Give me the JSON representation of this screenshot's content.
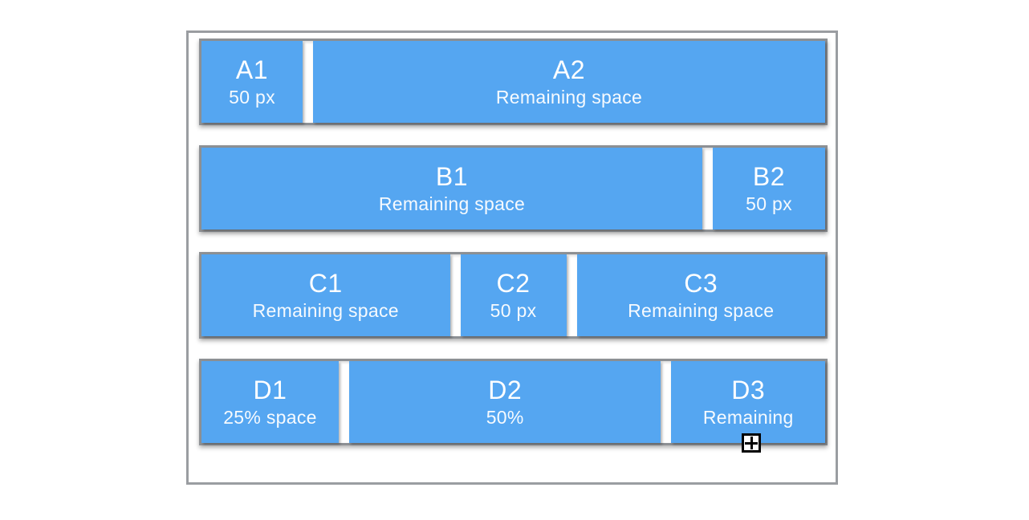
{
  "rows": [
    {
      "id": "A",
      "boxes": [
        {
          "title": "A1",
          "subtitle": "50 px"
        },
        {
          "title": "A2",
          "subtitle": "Remaining space"
        }
      ]
    },
    {
      "id": "B",
      "boxes": [
        {
          "title": "B1",
          "subtitle": "Remaining space"
        },
        {
          "title": "B2",
          "subtitle": "50 px"
        }
      ]
    },
    {
      "id": "C",
      "boxes": [
        {
          "title": "C1",
          "subtitle": "Remaining space"
        },
        {
          "title": "C2",
          "subtitle": "50 px"
        },
        {
          "title": "C3",
          "subtitle": "Remaining space"
        }
      ]
    },
    {
      "id": "D",
      "boxes": [
        {
          "title": "D1",
          "subtitle": "25% space"
        },
        {
          "title": "D2",
          "subtitle": "50%"
        },
        {
          "title": "D3",
          "subtitle": "Remaining"
        }
      ]
    }
  ],
  "icons": {
    "cursor": "crosshair-plus-icon"
  },
  "colors": {
    "box_blue": "#55a6f1",
    "row_border": "#8d9094",
    "container_border": "#9a9da1",
    "text": "#ffffff"
  }
}
